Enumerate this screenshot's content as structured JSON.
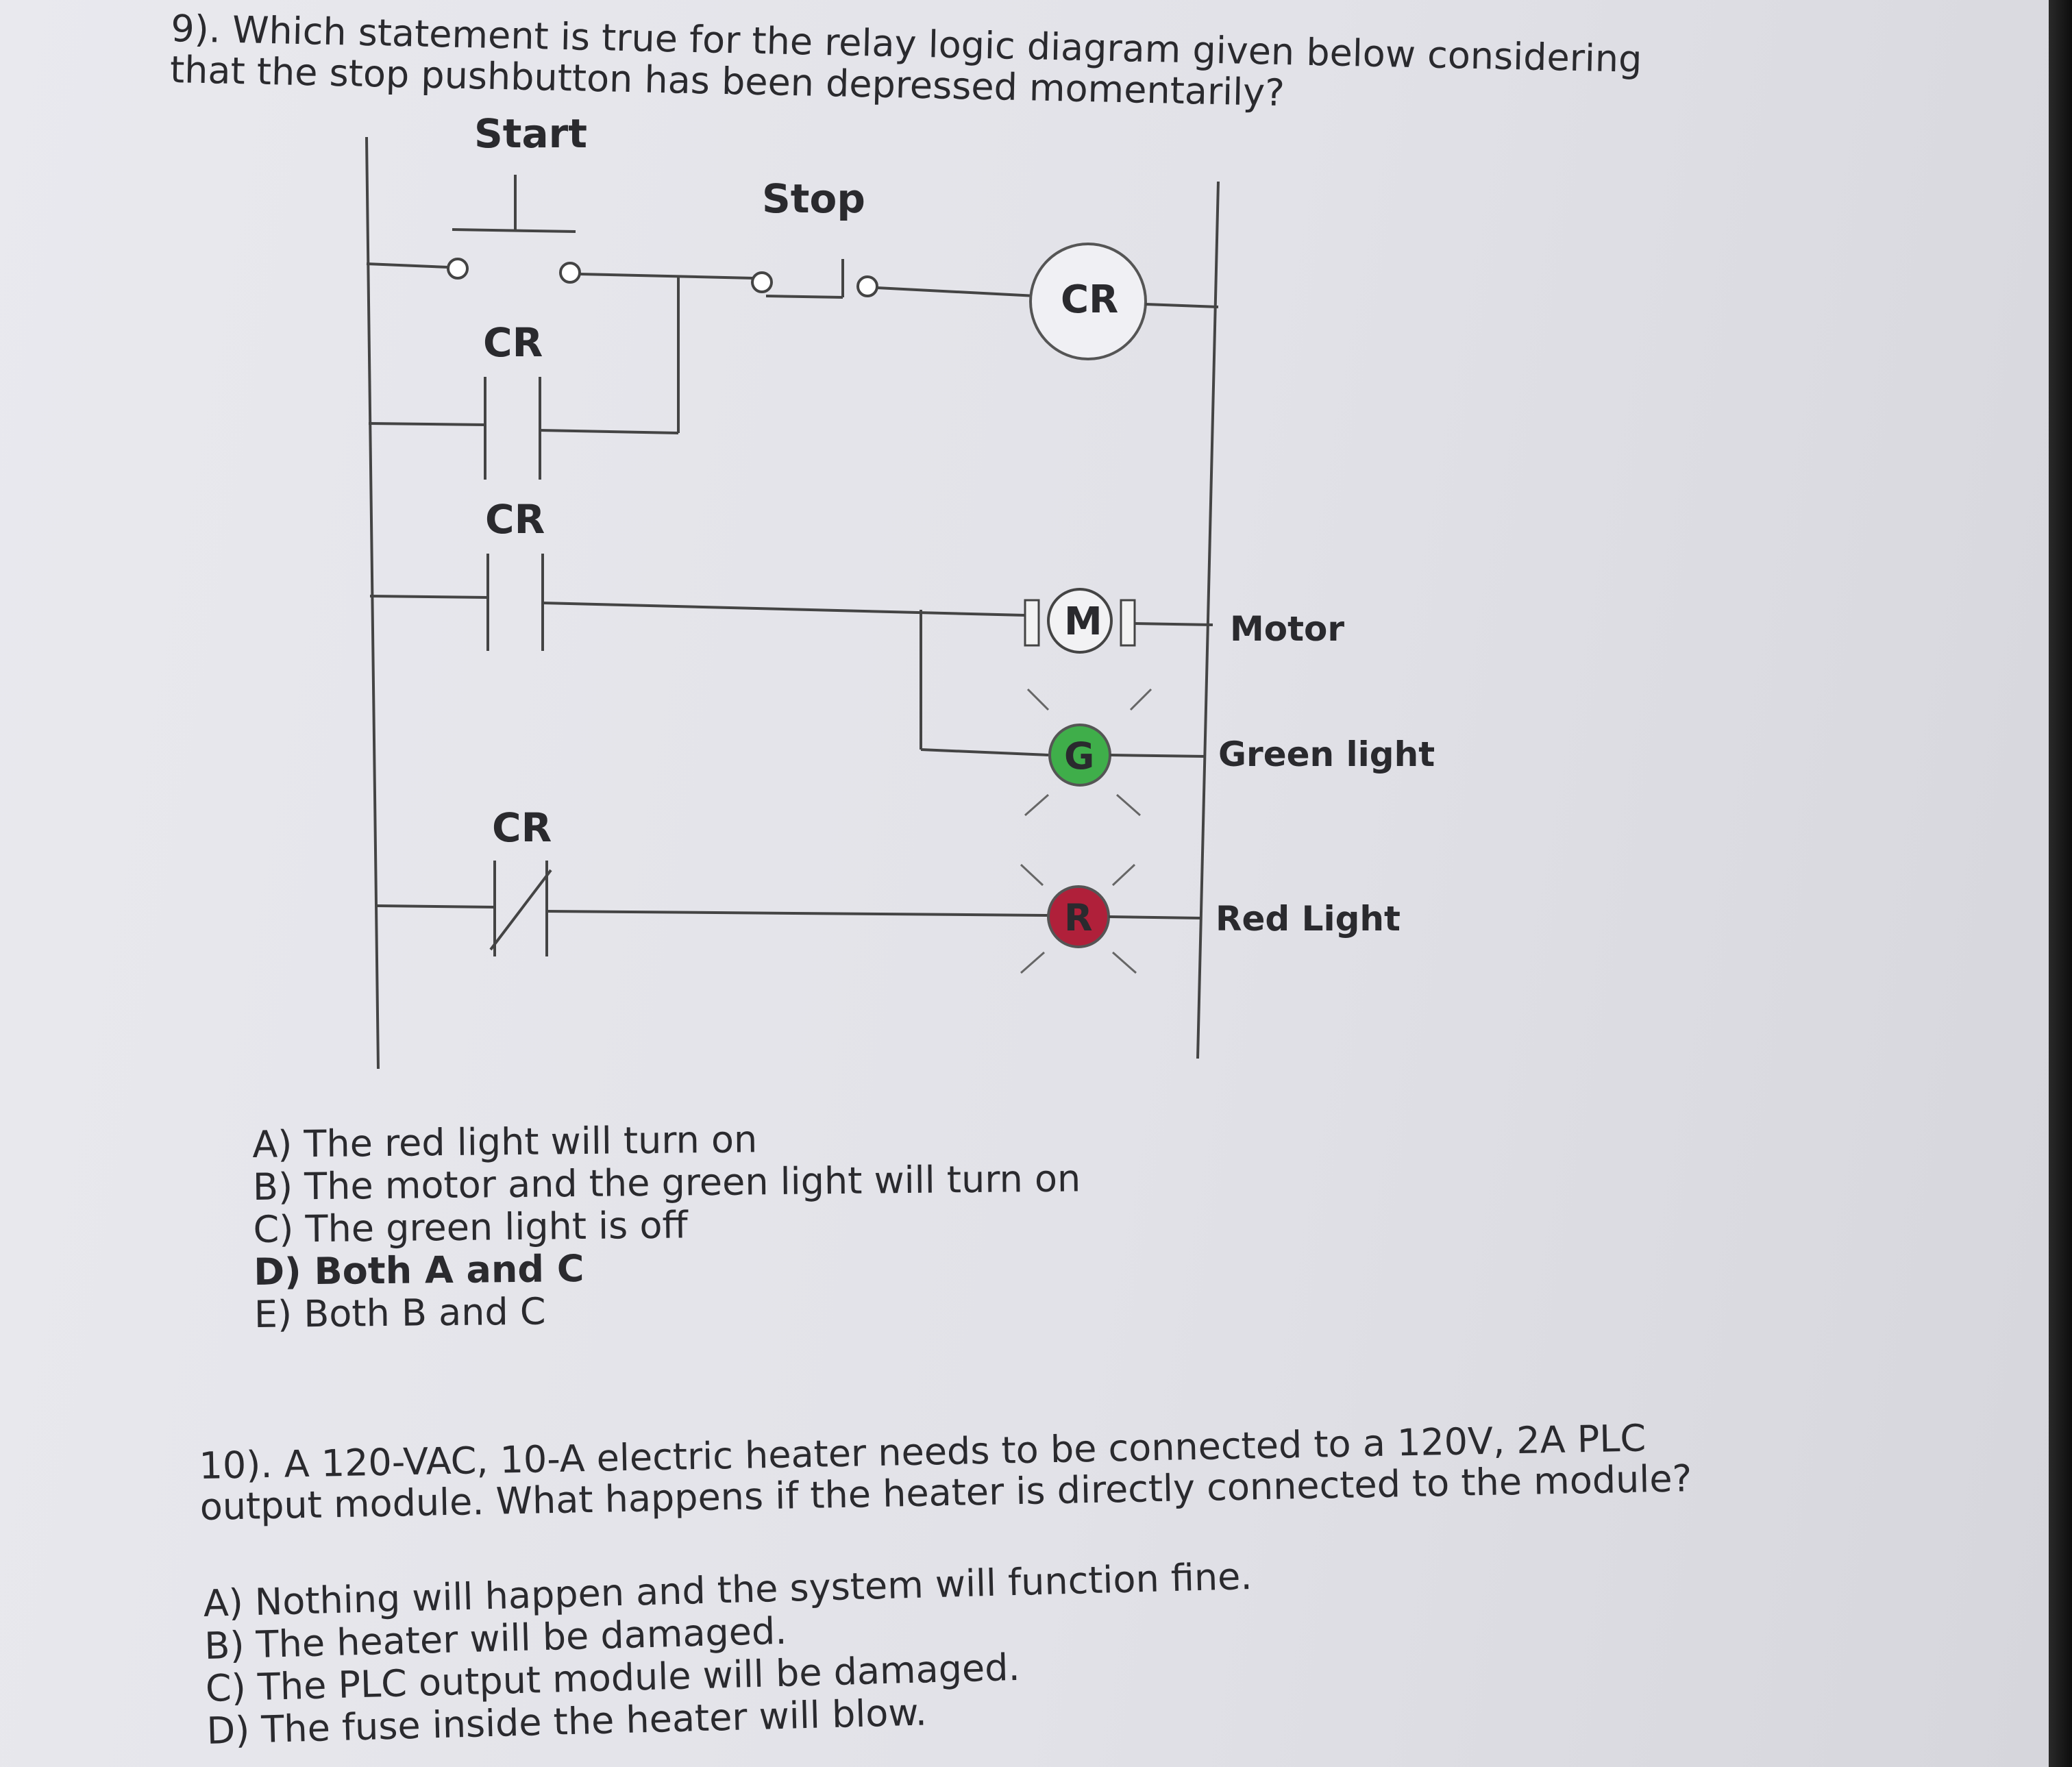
{
  "question9": {
    "line1": "9). Which statement is true for the relay logic diagram given below considering",
    "line2": "that the stop pushbutton has been depressed momentarily?"
  },
  "diagram": {
    "start_label": "Start",
    "stop_label": "Stop",
    "coil_label": "CR",
    "contact1_label": "CR",
    "contact2_label": "CR",
    "contact3_label": "CR",
    "motor_symbol": "M",
    "green_symbol": "G",
    "red_symbol": "R",
    "motor_label": "Motor",
    "green_label": "Green light",
    "red_label": "Red Light",
    "green_color": "#3fae4a",
    "red_color": "#b0203a"
  },
  "answers9": {
    "a": "A) The red light will turn on",
    "b": "B) The motor and the green light will turn on",
    "c": "C) The green light is off",
    "d": "D) Both A and C",
    "e": "E) Both B and C"
  },
  "question10": {
    "line1": "10).  A 120-VAC, 10-A electric heater needs to be connected to a 120V, 2A PLC",
    "line2": "output module.  What happens if the heater is directly connected to the module?"
  },
  "answers10": {
    "a": "A) Nothing will happen and the system will function fine.",
    "b": "B) The heater will be damaged.",
    "c": "C) The PLC output module will be damaged.",
    "d": "D) The fuse inside the heater will blow."
  }
}
